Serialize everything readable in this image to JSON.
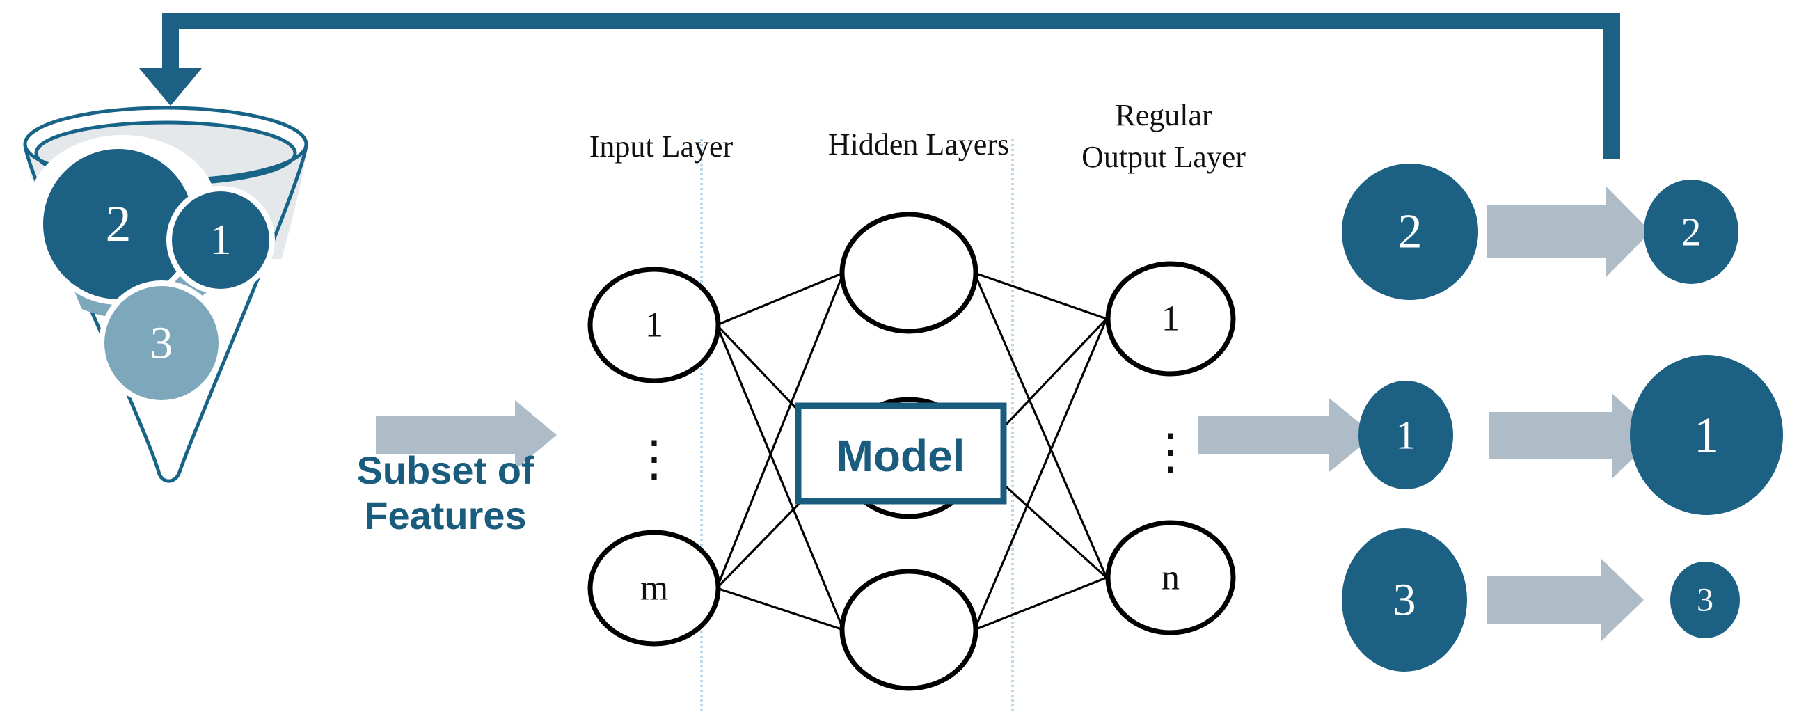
{
  "diagram": {
    "title_text": "",
    "colors": {
      "dark_blue": "#1c6183",
      "mid_blue": "#7da7bb",
      "light_gray_fill": "#e4e8ea",
      "gray_arrow": "#aebcc8",
      "funnel_stroke": "#176488",
      "node_stroke": "#000000",
      "divider_blue": "#bcd9ec",
      "text_dark": "#111111",
      "accent_text": "#1a5c7d"
    }
  },
  "funnel": {
    "name": "feature-funnel",
    "bubbles": [
      {
        "label": "2",
        "size": "large",
        "color": "#1c6183"
      },
      {
        "label": "1",
        "size": "medium",
        "color": "#1c6183"
      },
      {
        "label": "3",
        "size": "medium",
        "color": "#7da7bb"
      }
    ]
  },
  "callout": {
    "line1": "Subset of",
    "line2": "Features"
  },
  "network": {
    "layer_labels": {
      "input": "Input Layer",
      "hidden": "Hidden Layers",
      "output_line1": "Regular",
      "output_line2": "Output Layer"
    },
    "input_nodes": [
      "1",
      "m"
    ],
    "input_ellipsis": "⋮",
    "hidden_nodes": [
      "",
      "",
      ""
    ],
    "output_nodes": [
      "1",
      "n"
    ],
    "output_ellipsis": "⋮",
    "model_box_label": "Model"
  },
  "results": {
    "rows": [
      {
        "name": "row-2",
        "source_label": "2",
        "target_label": "2",
        "source_size": "large",
        "target_size": "small"
      },
      {
        "name": "row-1",
        "source_label": "1",
        "target_label": "1",
        "source_size": "small",
        "target_size": "large"
      },
      {
        "name": "row-3",
        "source_label": "3",
        "target_label": "3",
        "source_size": "large",
        "target_size": "xsmall"
      }
    ]
  },
  "feedback": {
    "name": "feedback-loop",
    "description": ""
  }
}
